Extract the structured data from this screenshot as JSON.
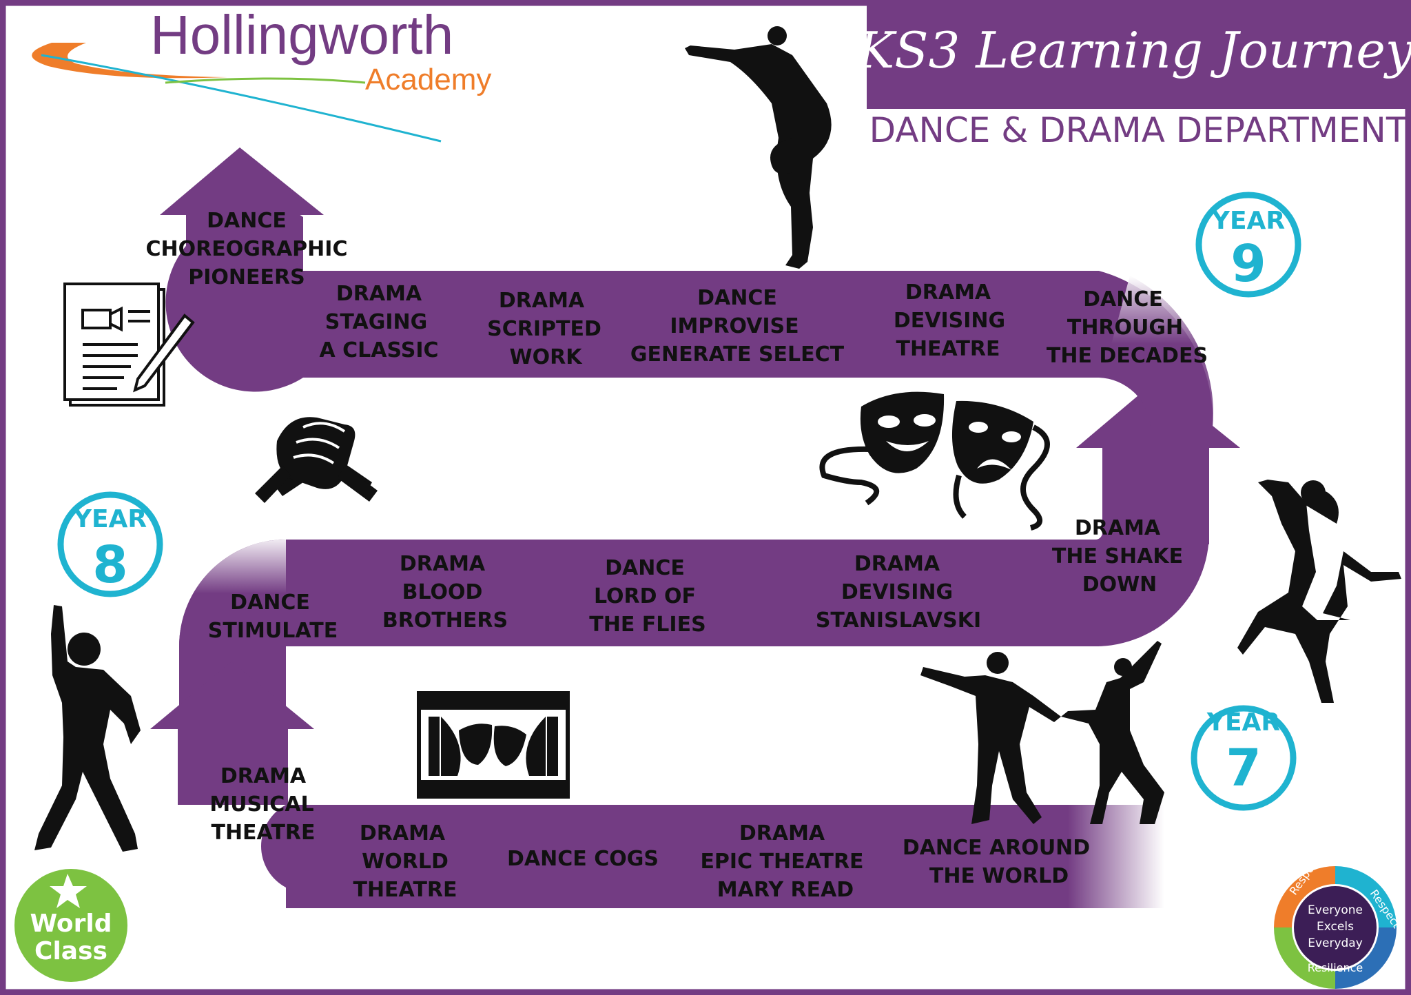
{
  "colors": {
    "purple": "#733c83",
    "cyan": "#1fb3d0",
    "orange": "#ef7d2a",
    "green": "#7dc241",
    "black": "#111111"
  },
  "header": {
    "title": "KS3 Learning Journey",
    "subtitle": "DANCE & DRAMA DEPARTMENT"
  },
  "logo": {
    "name": "Hollingworth",
    "sub": "Academy"
  },
  "years": {
    "y7": {
      "label": "YEAR",
      "number": "7"
    },
    "y8": {
      "label": "YEAR",
      "number": "8"
    },
    "y9": {
      "label": "YEAR",
      "number": "9"
    }
  },
  "units": {
    "u1": [
      "DANCE AROUND",
      "THE WORLD"
    ],
    "u2": [
      "DRAMA",
      "EPIC THEATRE",
      "MARY READ"
    ],
    "u3": [
      "DANCE COGS"
    ],
    "u4": [
      "DRAMA",
      "WORLD",
      "THEATRE"
    ],
    "u5": [
      "DRAMA",
      "MUSICAL",
      "THEATRE"
    ],
    "u6": [
      "DANCE",
      "STIMULATE"
    ],
    "u7": [
      "DRAMA",
      "BLOOD",
      "BROTHERS"
    ],
    "u8": [
      "DANCE",
      "LORD OF",
      "THE FLIES"
    ],
    "u9": [
      "DRAMA",
      "DEVISING",
      "STANISLAVSKI"
    ],
    "u10": [
      "DRAMA",
      "THE SHAKE",
      "DOWN"
    ],
    "u11": [
      "DANCE",
      "THROUGH",
      "THE DECADES"
    ],
    "u12": [
      "DRAMA",
      "DEVISING",
      "THEATRE"
    ],
    "u13": [
      "DANCE",
      "IMPROVISE",
      "GENERATE SELECT"
    ],
    "u14": [
      "DRAMA",
      "SCRIPTED",
      "WORK"
    ],
    "u15": [
      "DRAMA",
      "STAGING",
      "A CLASSIC"
    ],
    "u16": [
      "DANCE",
      "CHOREOGRAPHIC",
      "PIONEERS"
    ]
  },
  "badges": {
    "world_class": [
      "World",
      "Class"
    ],
    "values_center": [
      "Everyone",
      "Excels",
      "Everyday"
    ],
    "values_ring": [
      "Responsibility",
      "Respect",
      "Resilience"
    ]
  },
  "icons": [
    "script-pencil-icon",
    "handshake-icon",
    "theatre-masks-icon",
    "stage-masks-icon",
    "breakdancer-silhouette",
    "dancer-silhouette",
    "disco-dancer-silhouette",
    "dancing-couple-silhouette"
  ]
}
